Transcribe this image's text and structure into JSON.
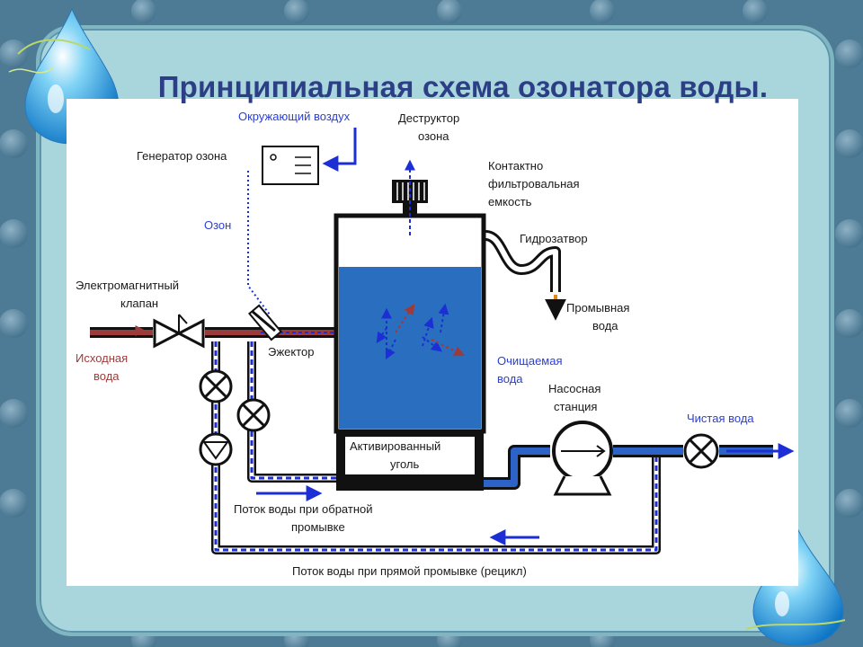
{
  "title": "Принципиальная схема озонатора воды.",
  "labels": {
    "ambient_air": "Окружающий воздух",
    "destructor_1": "Деструктор",
    "destructor_2": "озона",
    "ozone_generator": "Генератор озона",
    "contact_1": "Контактно",
    "contact_2": "фильтровальная",
    "contact_3": "емкость",
    "ozone": "Озон",
    "hydro_lock": "Гидрозатвор",
    "solenoid_1": "Электромагнитный",
    "solenoid_2": "клапан",
    "rinse_1": "Промывная",
    "rinse_2": "вода",
    "ejector": "Эжектор",
    "source_1": "Исходная",
    "source_2": "вода",
    "treated_1": "Очищаемая",
    "treated_2": "вода",
    "pump_1": "Насосная",
    "pump_2": "станция",
    "clean_water": "Чистая вода",
    "carbon_1": "Активированный",
    "carbon_2": "уголь",
    "backwash_1": "Поток воды при обратной",
    "backwash_2": "промывке",
    "recycle": "Поток воды при прямой промывке (рецикл)"
  },
  "colors": {
    "flow_blue": "#1c2fd6",
    "source_red": "#9c3b3b",
    "tank_water": "#2a6fbf",
    "title_color": "#2c3f86",
    "rinse_orange": "#e08a1e"
  }
}
